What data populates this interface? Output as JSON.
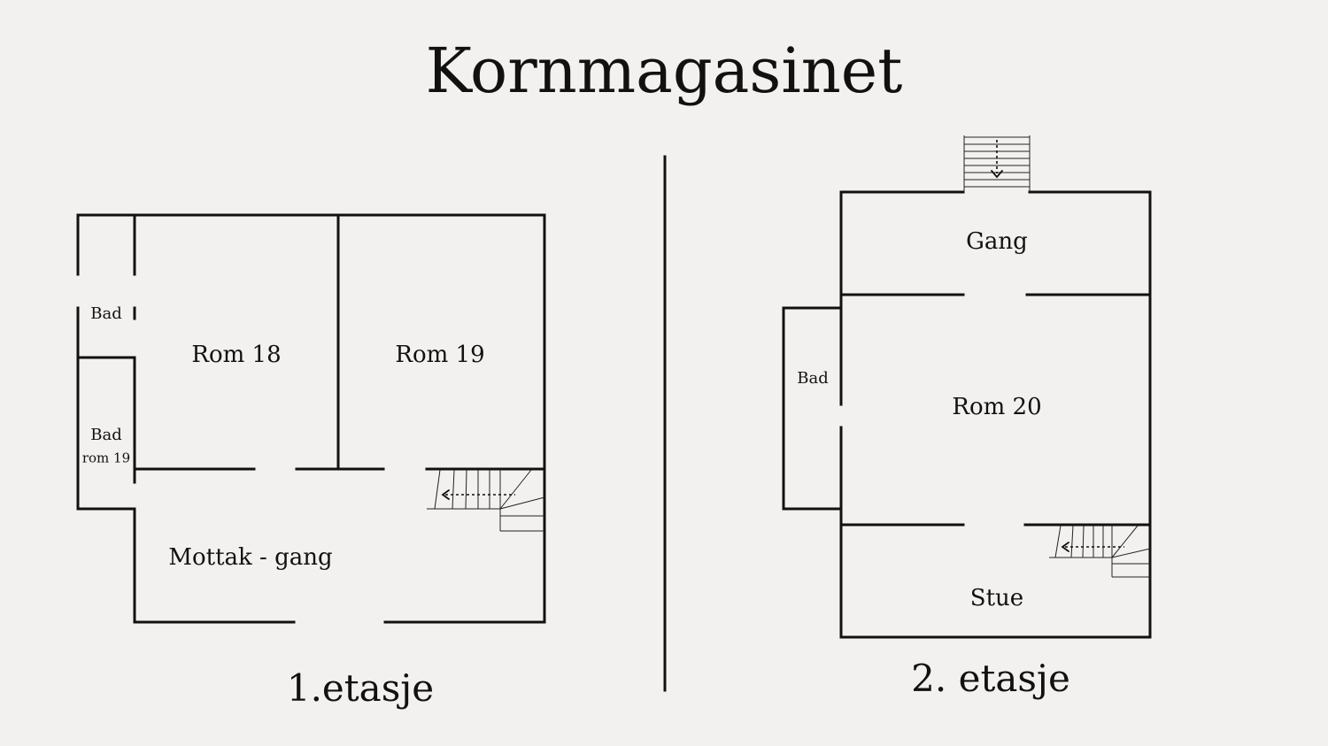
{
  "title": "Kornmagasinet",
  "floor1": {
    "label": "1.etasje",
    "rooms": {
      "bad": "Bad",
      "bad_rom19_line1": "Bad",
      "bad_rom19_line2": "rom 19",
      "rom18": "Rom 18",
      "rom19": "Rom 19",
      "mottak": "Mottak - gang"
    }
  },
  "floor2": {
    "label": "2. etasje",
    "rooms": {
      "gang": "Gang",
      "bad": "Bad",
      "rom20": "Rom 20",
      "stue": "Stue"
    }
  },
  "colors": {
    "background": "#f2f1ef",
    "lines": "#111111"
  }
}
